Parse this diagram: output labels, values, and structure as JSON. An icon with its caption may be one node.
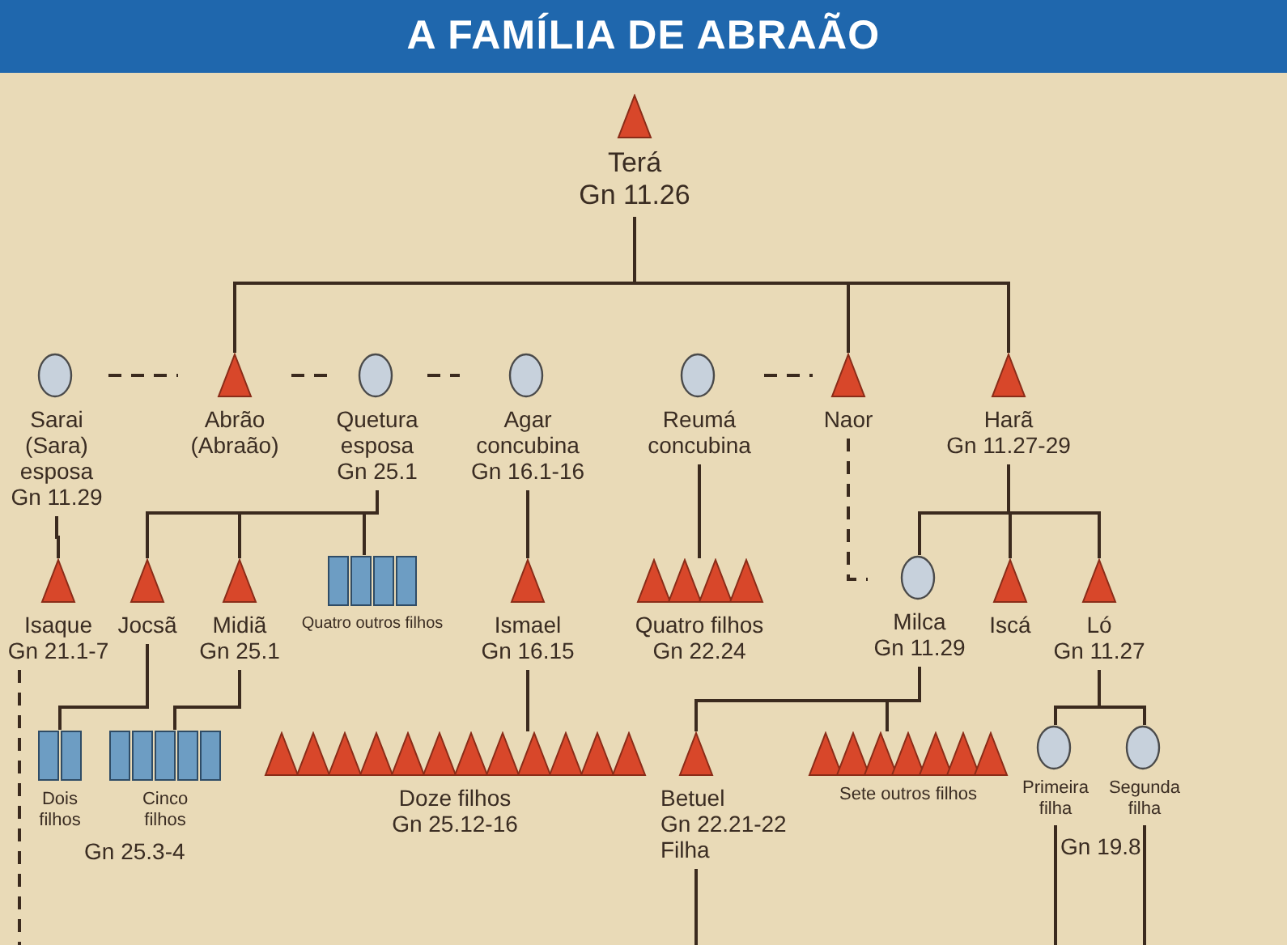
{
  "diagram": {
    "title": "A FAMÍLIA DE ABRAÃO",
    "nodes": [
      {
        "text": [
          "Terá",
          "Gn 11.26"
        ]
      },
      {
        "text": [
          "Sarai (Sara) esposa",
          "Gn 11.29"
        ]
      },
      {
        "text": [
          "Abrão (Abraão)"
        ]
      },
      {
        "text": [
          "Quetura esposa",
          "Gn 25.1"
        ]
      },
      {
        "text": [
          "Agar concubina",
          "Gn 16.1-16"
        ]
      },
      {
        "text": [
          "Reumá concubina"
        ]
      },
      {
        "text": [
          "Naor"
        ]
      },
      {
        "text": [
          "Harã",
          "Gn 11.27-29"
        ]
      },
      {
        "text": [
          "Isaque",
          "Gn 21.1-7"
        ]
      },
      {
        "text": [
          "Jocsã"
        ]
      },
      {
        "text": [
          "Midiã",
          "Gn 25.1"
        ]
      },
      {
        "text": [
          "Quatro outros filhos"
        ]
      },
      {
        "text": [
          "Ismael",
          "Gn 16.15"
        ]
      },
      {
        "text": [
          "Quatro filhos",
          "Gn 22.24"
        ]
      },
      {
        "text": [
          "Milca",
          "Gn 11.29"
        ]
      },
      {
        "text": [
          "Iscá"
        ]
      },
      {
        "text": [
          "Ló",
          "Gn 11.27"
        ]
      },
      {
        "text": [
          "Dois filhos"
        ]
      },
      {
        "text": [
          "Cinco filhos"
        ]
      },
      {
        "text": [
          "Doze filhos",
          "Gn 25.12-16"
        ]
      },
      {
        "text": [
          "Betuel",
          "Gn 22.21-22 Filha"
        ]
      },
      {
        "text": [
          "Sete outros filhos"
        ]
      },
      {
        "text": [
          "Primeira filha"
        ]
      },
      {
        "text": [
          "Segunda filha"
        ]
      }
    ],
    "edges": [
      {
        "from": 0,
        "to": 2,
        "arrow": "none"
      },
      {
        "from": 0,
        "to": 6,
        "arrow": "none"
      },
      {
        "from": 0,
        "to": 7,
        "arrow": "none"
      },
      {
        "from": 1,
        "to": 2,
        "arrow": "none",
        "style": "dashed"
      },
      {
        "from": 2,
        "to": 3,
        "arrow": "none",
        "style": "dashed"
      },
      {
        "from": 3,
        "to": 4,
        "arrow": "none",
        "style": "dashed"
      },
      {
        "from": 5,
        "to": 6,
        "arrow": "none",
        "style": "dashed"
      },
      {
        "from": 6,
        "to": 14,
        "arrow": "none",
        "style": "dashed"
      },
      {
        "from": 1,
        "to": 8,
        "arrow": "none"
      },
      {
        "from": 3,
        "to": 9,
        "arrow": "none"
      },
      {
        "from": 3,
        "to": 10,
        "arrow": "none"
      },
      {
        "from": 3,
        "to": 11,
        "arrow": "none"
      },
      {
        "from": 4,
        "to": 12,
        "arrow": "none"
      },
      {
        "from": 5,
        "to": 13,
        "arrow": "none"
      },
      {
        "from": 7,
        "to": 14,
        "arrow": "none"
      },
      {
        "from": 7,
        "to": 15,
        "arrow": "none"
      },
      {
        "from": 7,
        "to": 16,
        "arrow": "none"
      },
      {
        "from": 9,
        "to": 17,
        "arrow": "none"
      },
      {
        "from": 10,
        "to": 18,
        "arrow": "none"
      },
      {
        "from": 12,
        "to": 19,
        "arrow": "none"
      },
      {
        "from": 14,
        "to": 20,
        "arrow": "none"
      },
      {
        "from": 14,
        "to": 21,
        "arrow": "none"
      },
      {
        "from": 16,
        "to": 22,
        "arrow": "none"
      },
      {
        "from": 16,
        "to": 23,
        "arrow": "none"
      },
      {
        "from": 8,
        "to": null,
        "arrow": "none",
        "style": "dashed"
      },
      {
        "from": 20,
        "to": null,
        "arrow": "none"
      },
      {
        "from": 22,
        "to": null,
        "arrow": "none"
      },
      {
        "from": 23,
        "to": null,
        "arrow": "none"
      }
    ],
    "labels": [
      "Gn 25.3-4",
      "Gn 19.8"
    ]
  }
}
